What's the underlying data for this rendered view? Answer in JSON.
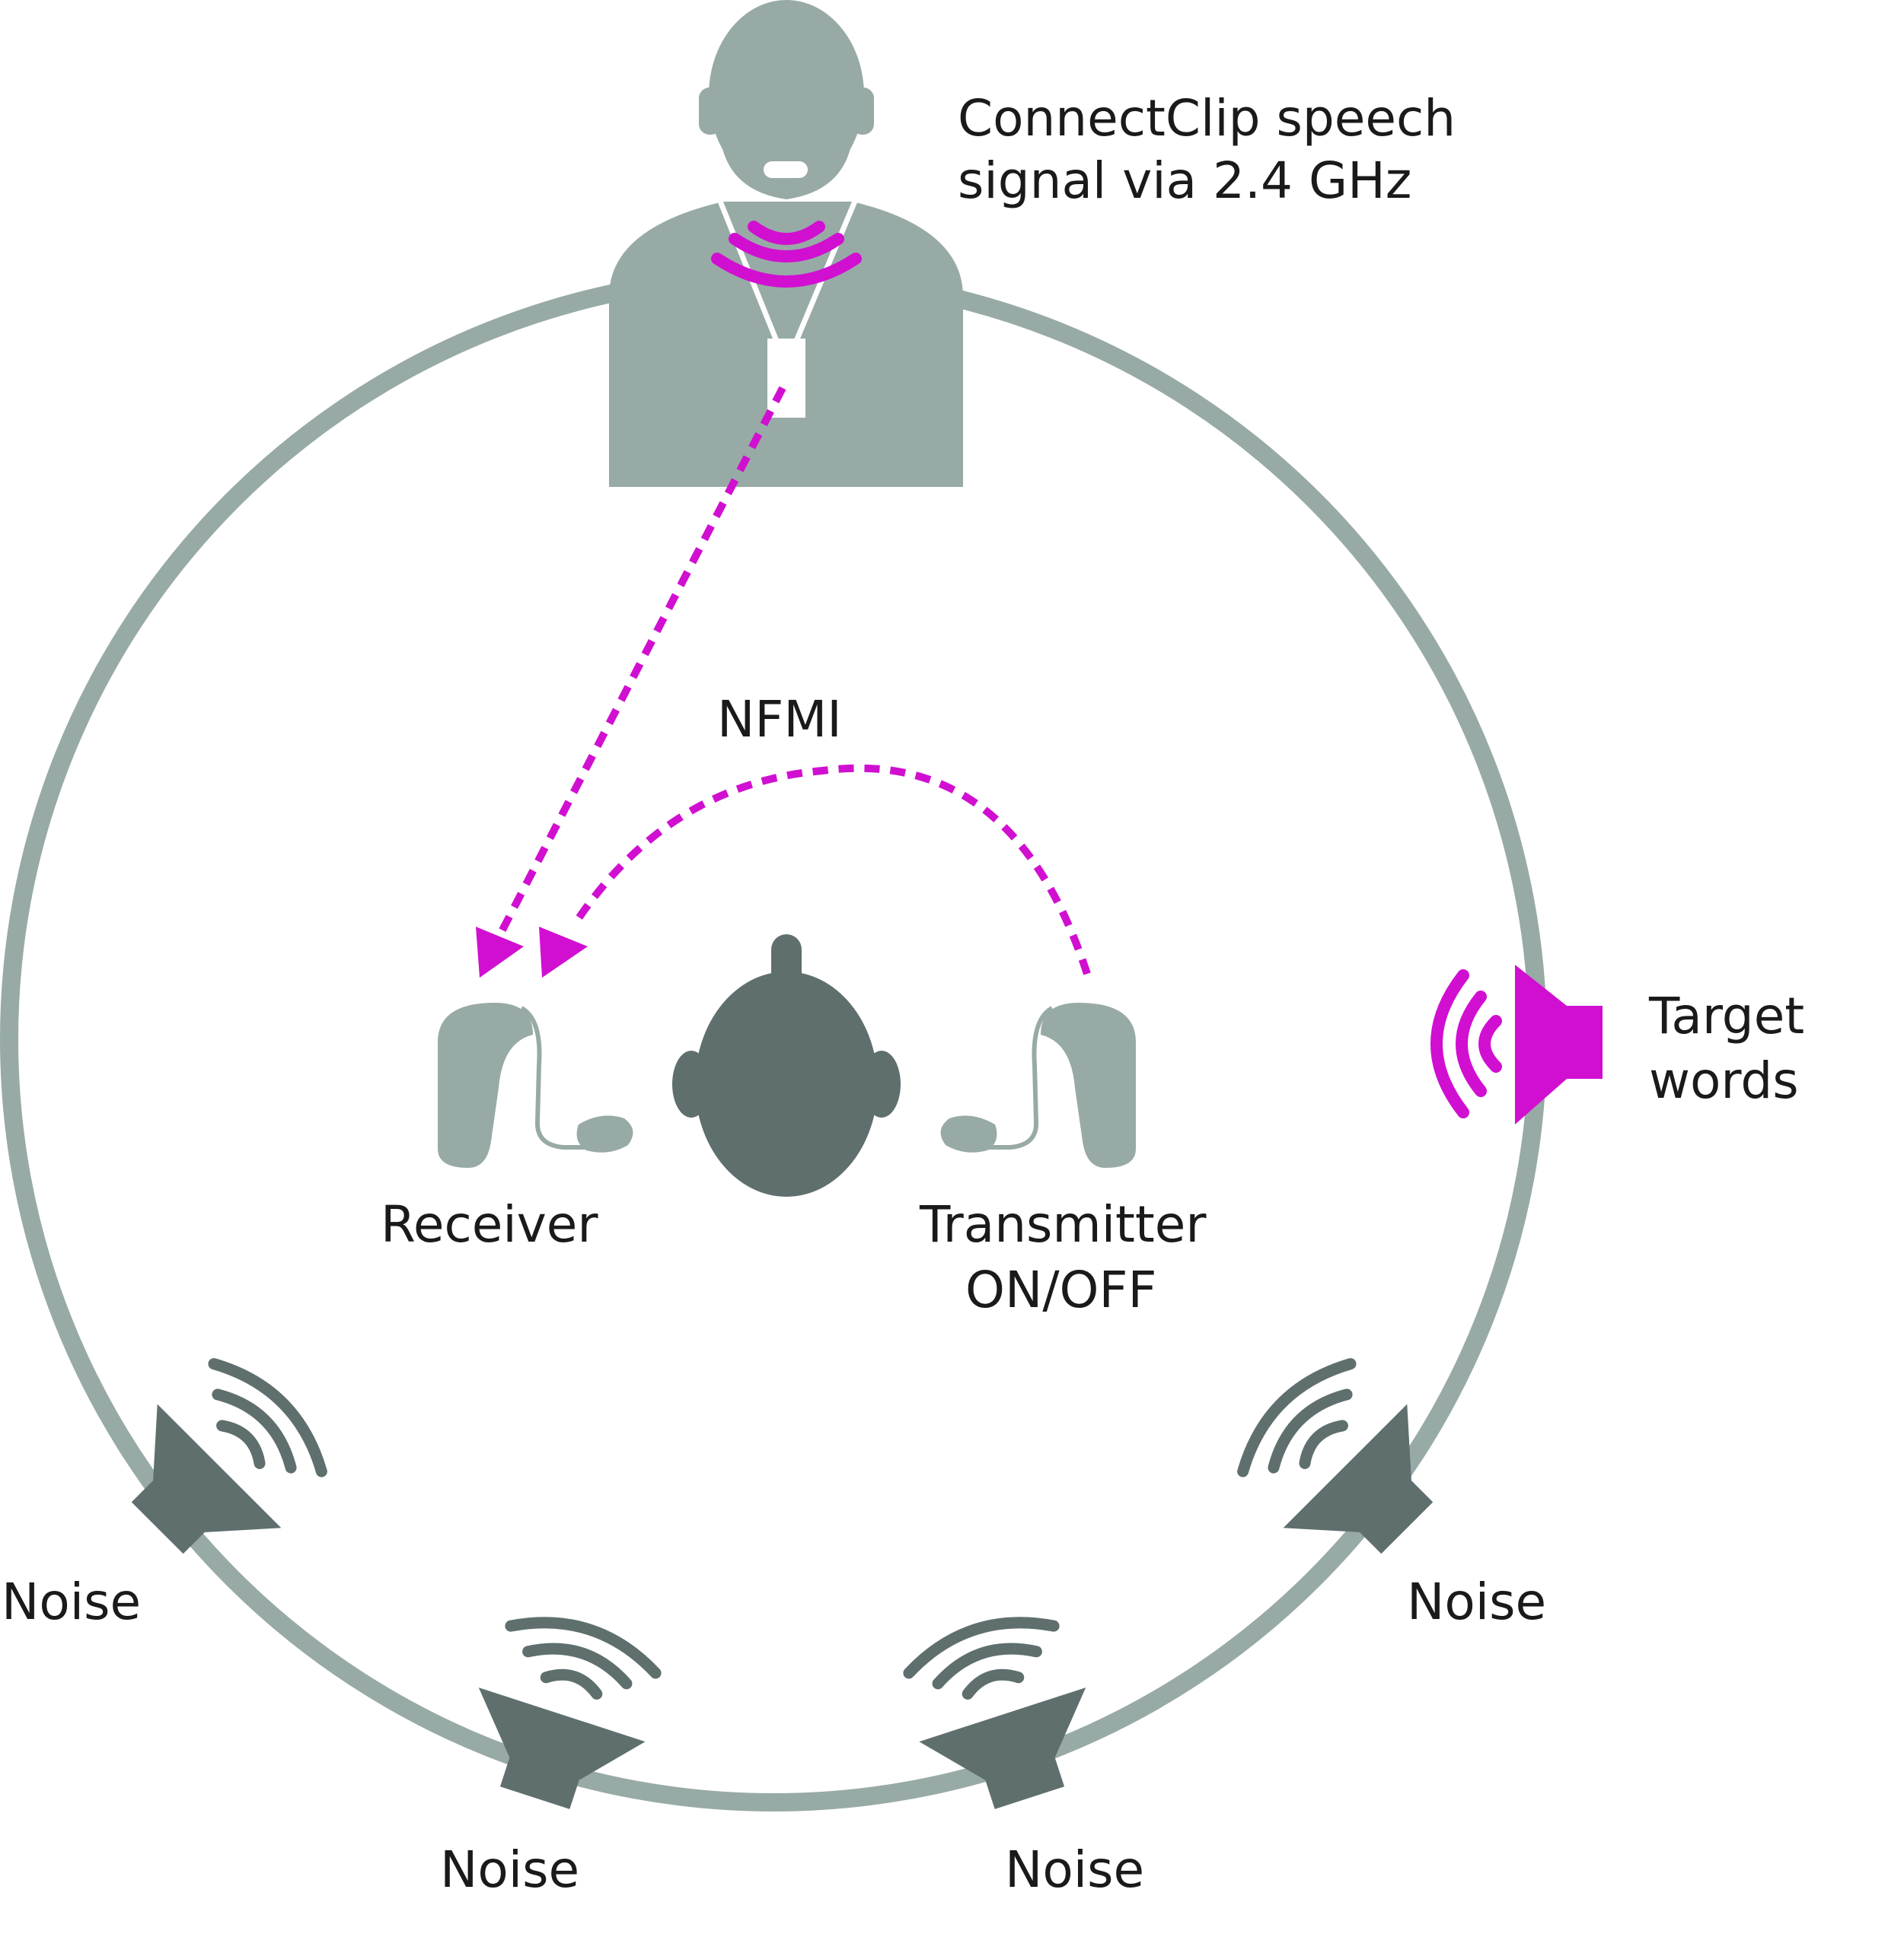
{
  "labels": {
    "connectclip_line1": "ConnectClip speech",
    "connectclip_line2": "signal via 2.4 GHz",
    "nfmi": "NFMI",
    "receiver": "Receiver",
    "transmitter_line1": "Transmitter",
    "transmitter_line2": "ON/OFF",
    "target_line1": "Target",
    "target_line2": "words",
    "noise_left": "Noise",
    "noise_bottom_left": "Noise",
    "noise_bottom_right": "Noise",
    "noise_right": "Noise"
  },
  "colors": {
    "ring": "#98aaa6",
    "person": "#98aaa6",
    "head_top": "#5f6f6e",
    "speaker_noise": "#5f6f6e",
    "signal": "#d10fd1"
  }
}
